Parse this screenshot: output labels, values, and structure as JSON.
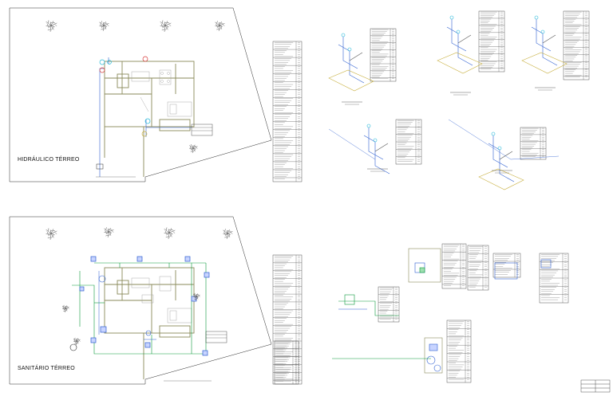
{
  "drawing": {
    "sheets": [
      {
        "id": "hidraulico",
        "title": "HIDRÁULICO TÉRREO"
      },
      {
        "id": "sanitario",
        "title": "SANITÁRIO TÉRREO"
      }
    ],
    "colors": {
      "line": "#2a2a2a",
      "wall": "#8a8a5a",
      "water_cold": "#2e5fd1",
      "sewer": "#0a9a3a",
      "fixture_red": "#d83a3a",
      "fixture_cyan": "#23b8d8",
      "tree": "#555555",
      "furniture": "#9a9a9a"
    },
    "icons": [
      "tree-symbol",
      "schedule-table",
      "isometric-pipe-view",
      "title-block"
    ]
  }
}
